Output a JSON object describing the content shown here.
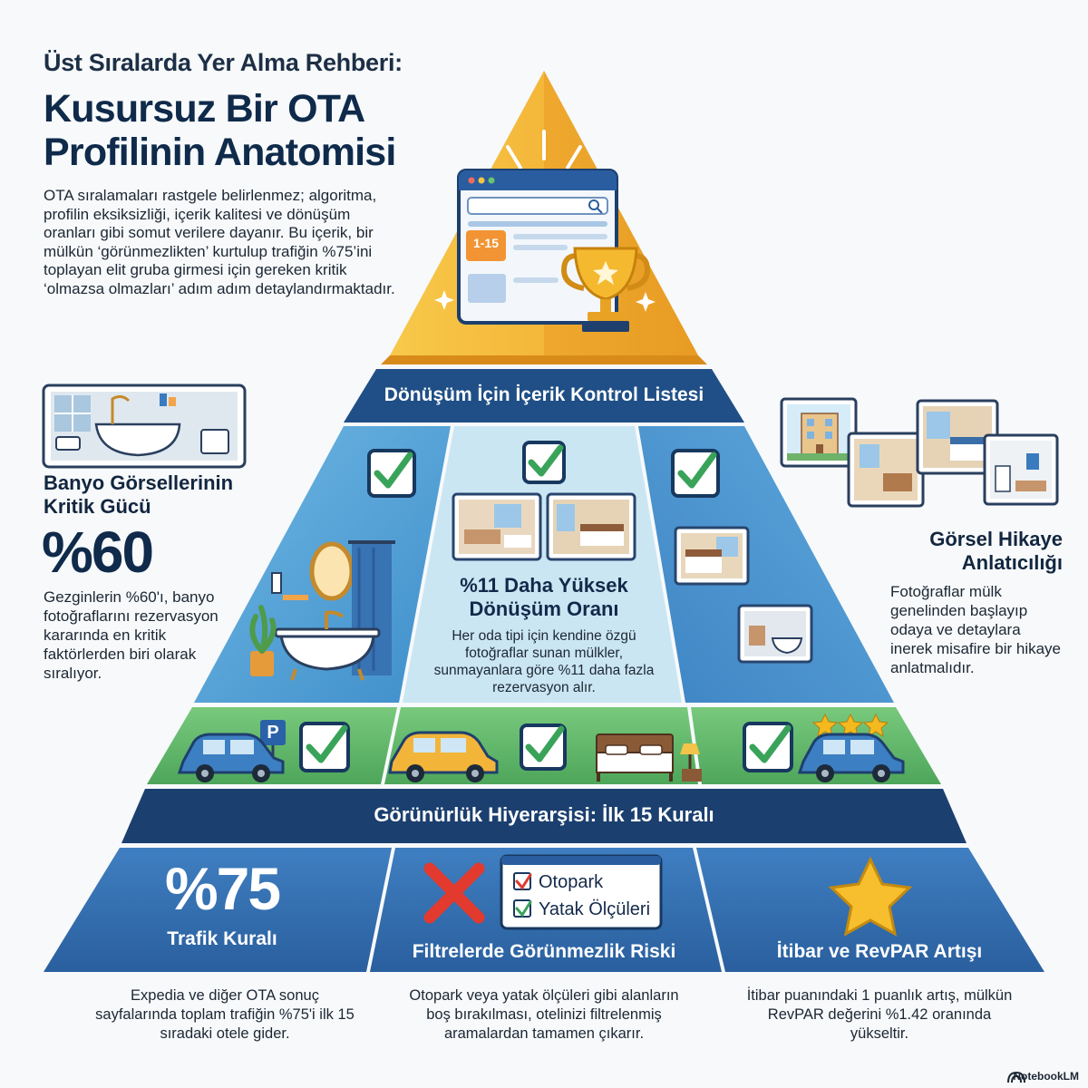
{
  "header": {
    "kicker": "Üst Sıralarda Yer Alma Rehberi:",
    "title_line1": "Kusursuz Bir OTA",
    "title_line2": "Profilinin Anatomisi",
    "intro": "OTA sıralamaları rastgele belirlenmez; algoritma, profilin eksiksizliği, içerik kalitesi ve dönüşüm oranları gibi somut verilere dayanır. Bu içerik, bir mülkün ‘görünmezlikten’ kurtulup trafiğin %75’ini toplayan elit gruba girmesi için gereken kritik ‘olmazsa olmazları’ adım adım detaylandırmaktadır."
  },
  "apex": {
    "rank_badge": "1-15"
  },
  "middle": {
    "band_label": "Dönüşüm İçin İçerik Kontrol Listesi",
    "center_title_line1": "%11 Daha Yüksek",
    "center_title_line2": "Dönüşüm Oranı",
    "center_desc": "Her oda tipi için kendine özgü fotoğraflar sunan mülkler, sunmayanlara göre %11 daha fazla rezervasyon alır."
  },
  "left_panel": {
    "title_line1": "Banyo Görsellerinin",
    "title_line2": "Kritik Gücü",
    "big_number": "%60",
    "desc": "Gezginlerin %60'ı, banyo fotoğraflarını rezervasyon kararında en kritik faktörlerden biri olarak sıralıyor."
  },
  "right_panel": {
    "title_line1": "Görsel Hikaye",
    "title_line2": "Anlatıcılığı",
    "desc": "Fotoğraflar mülk genelinden başlayıp odaya ve detaylara inerek misafire bir hikaye anlatmalıdır."
  },
  "parking_sign": "P",
  "bottom": {
    "band_label": "Görünürlük Hiyerarşisi: İlk 15 Kuralı",
    "left_big": "%75",
    "left_label": "Trafik Kuralı",
    "center_label": "Filtrelerde Görünmezlik Riski",
    "right_label": "İtibar ve RevPAR Artışı",
    "checklist": [
      "Otopark",
      "Yatak Ölçüleri"
    ],
    "left_desc": "Expedia ve diğer OTA sonuç sayfalarında toplam trafiğin %75'i ilk 15 sıradaki otele gider.",
    "center_desc": "Otopark veya yatak ölçüleri gibi alanların boş bırakılması, otelinizi filtrelenmiş aramalardan tamamen çıkarır.",
    "right_desc": "İtibar puanındaki 1 puanlık artış, mülkün RevPAR değerini %1.42 oranında yükseltir."
  },
  "brand": "NotebookLM",
  "colors": {
    "navy": "#1c4a7e",
    "light_blue": "#5aa5d8",
    "pale_blue": "#cbe6f3",
    "green": "#5db566",
    "gold": "#f0b43a",
    "check": "#3aa35a"
  }
}
